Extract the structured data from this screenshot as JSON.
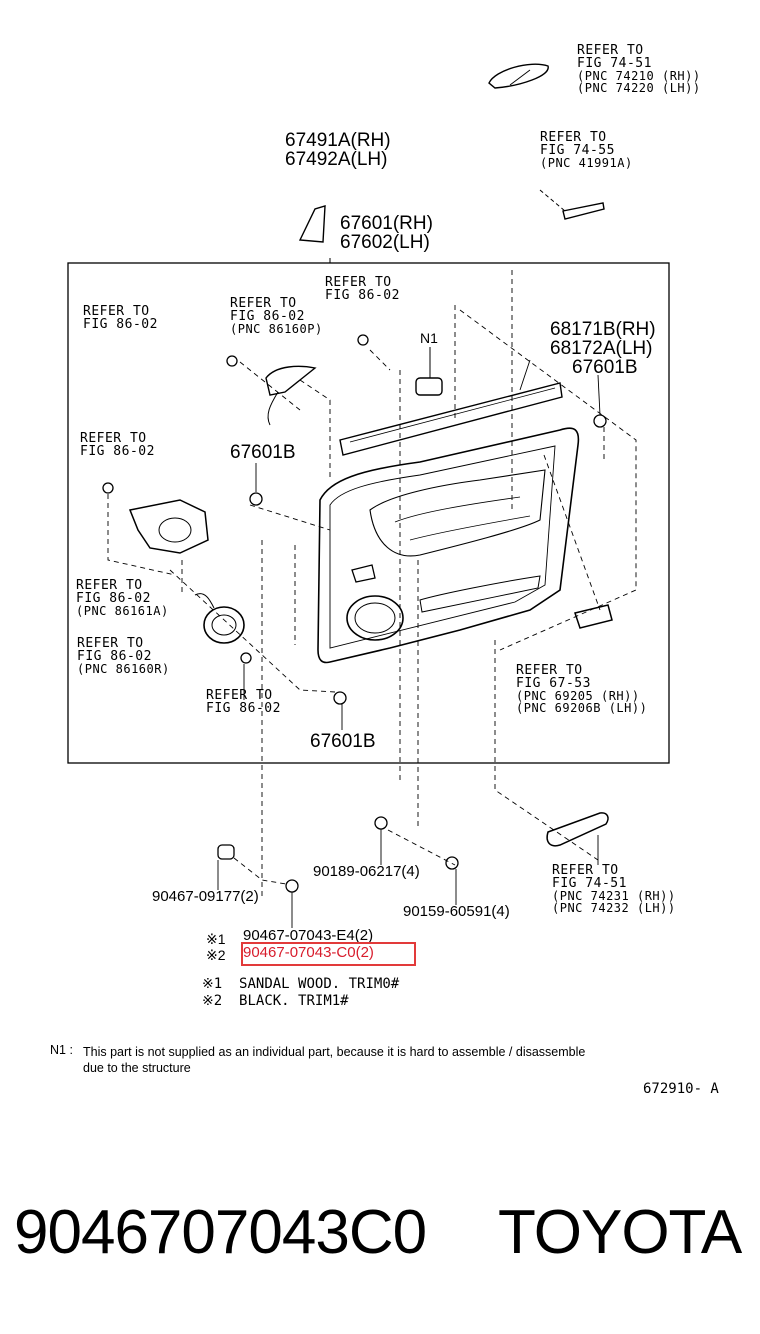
{
  "callouts": {
    "armrest_ref": [
      "REFER TO",
      "FIG 74-51",
      "(PNC 74210 (RH))",
      "(PNC 74220 (LH))"
    ],
    "lamp_ref": [
      "REFER TO",
      "FIG 74-55",
      "(PNC 41991A)"
    ],
    "ornament": [
      "67491A(RH)",
      "67492A(LH)"
    ],
    "panel": [
      "67601(RH)",
      "67602(LH)"
    ],
    "clip_ref_top": [
      "REFER TO",
      "FIG 86-02"
    ],
    "speaker_ref_top": [
      "REFER TO",
      "FIG 86-02",
      "(PNC 86160P)"
    ],
    "screw_ref_left": [
      "REFER TO",
      "FIG 86-02"
    ],
    "n1": "N1",
    "weatherstrip": [
      "68171B(RH)",
      "68172A(LH)",
      "67601B"
    ],
    "clip_ref_mid": [
      "REFER TO",
      "FIG 86-02"
    ],
    "clip_mid": "67601B",
    "speaker_ref_1": [
      "REFER TO",
      "FIG 86-02",
      "(PNC 86161A)"
    ],
    "speaker_ref_2": [
      "REFER TO",
      "FIG 86-02",
      "(PNC 86160R)"
    ],
    "clip_ref_bottom": [
      "REFER TO",
      "FIG 86-02"
    ],
    "clip_bottom": "67601B",
    "handle_ref": [
      "REFER TO",
      "FIG 67-53",
      "(PNC 69205  (RH))",
      "(PNC 69206B (LH))"
    ],
    "switch_ref": [
      "REFER TO",
      "FIG 74-51",
      "(PNC 74231 (RH))",
      "(PNC 74232 (LH))"
    ],
    "cap": "90467-09177(2)",
    "clip_a": "90189-06217(4)",
    "clip_b": "90159-60591(4)",
    "clip_e4": "90467-07043-E4(2)",
    "clip_c0": "90467-07043-C0(2)",
    "mark1": "※1",
    "mark2": "※2"
  },
  "legend": {
    "line1_mark": "※1",
    "line1_text": "SANDAL WOOD. TRIM0#",
    "line2_mark": "※2",
    "line2_text": "BLACK. TRIM1#"
  },
  "note": {
    "label": "N1 :",
    "line1": "This part is not supplied as an individual part, because it is hard to assemble / disassemble",
    "line2": "due to the structure"
  },
  "figure_id": "672910- A",
  "footer": {
    "part_number": "9046707043C0",
    "brand": "TOYOTA"
  },
  "colors": {
    "highlight": "#e23a3a",
    "ink": "#000000"
  }
}
